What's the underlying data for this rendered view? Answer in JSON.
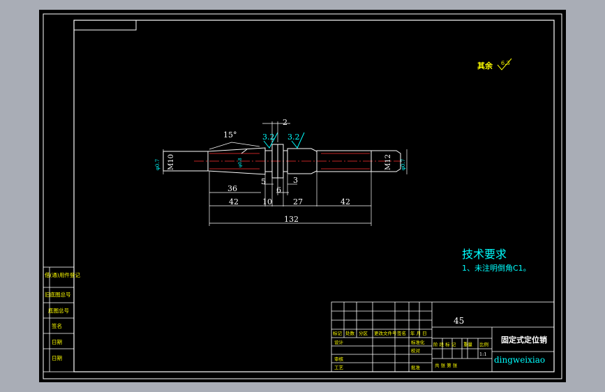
{
  "drawing": {
    "material": "45",
    "part_name": "固定式定位销",
    "drawing_code": "dingweixiao",
    "surface_finish_note": "其余",
    "surface_finish_value": "6.3",
    "tech_title": "技术要求",
    "tech_note": "1、未注明倒角C1。"
  },
  "dims": {
    "chamfer_angle": "15°",
    "ra_left": "3.2",
    "ra_right": "3.2",
    "d2": "2",
    "thread_left": "M10",
    "thread_right": "M12",
    "dia_left": "φ0.7",
    "dia_small": "φ0.8",
    "dia_right": "φ0.7",
    "d36": "36",
    "d5": "5",
    "d6": "6",
    "d3": "3",
    "d42a": "42",
    "d10": "10",
    "d27": "27",
    "d42b": "42",
    "d132": "132"
  },
  "left_strip": {
    "cell1": "借(通)用件登记",
    "cell2": "旧底图总号",
    "cell3": "底图总号",
    "cell4": "签名",
    "cell5": "日期",
    "cell6": "日期"
  },
  "title_block": {
    "h_mark": "标记",
    "h_count": "处数",
    "h_zone": "分区",
    "h_doc": "更改文件号",
    "h_sign": "签名",
    "h_date": "年 月 日",
    "r_design": "设计",
    "r_standard": "标准化",
    "r_review": "审核",
    "r_process": "工艺",
    "r_approve": "批准",
    "r_check": "校对",
    "stage_label": "阶 段 标 记",
    "weight_label": "重量",
    "scale_label": "比例",
    "scale_value": "1:1",
    "sheets_label": "共 张 第 张"
  }
}
